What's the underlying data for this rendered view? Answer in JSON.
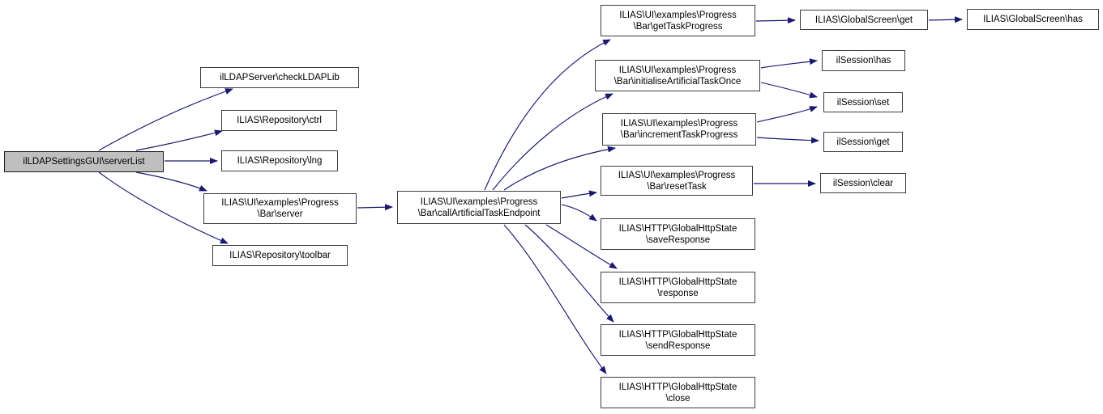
{
  "diagram": {
    "type": "call-graph",
    "colors": {
      "background": "#ffffff",
      "edge": "#191970",
      "node_fill": "#ffffff",
      "node_border": "#3d3d3d",
      "root_fill": "#bfbfbf",
      "text": "#000000"
    },
    "nodes": {
      "server_list": {
        "line1": "ilLDAPSettingsGUI\\serverList"
      },
      "check_ldap_lib": {
        "line1": "ilLDAPServer\\checkLDAPLib"
      },
      "repo_ctrl": {
        "line1": "ILIAS\\Repository\\ctrl"
      },
      "repo_lng": {
        "line1": "ILIAS\\Repository\\lng"
      },
      "bar_server": {
        "line1": "ILIAS\\UI\\examples\\Progress",
        "line2": "\\Bar\\server"
      },
      "repo_toolbar": {
        "line1": "ILIAS\\Repository\\toolbar"
      },
      "call_artificial_task_endpoint": {
        "line1": "ILIAS\\UI\\examples\\Progress",
        "line2": "\\Bar\\callArtificialTaskEndpoint"
      },
      "get_task_progress": {
        "line1": "ILIAS\\UI\\examples\\Progress",
        "line2": "\\Bar\\getTaskProgress"
      },
      "initialise_artificial_task_once": {
        "line1": "ILIAS\\UI\\examples\\Progress",
        "line2": "\\Bar\\initialiseArtificialTaskOnce"
      },
      "increment_task_progress": {
        "line1": "ILIAS\\UI\\examples\\Progress",
        "line2": "\\Bar\\incrementTaskProgress"
      },
      "reset_task": {
        "line1": "ILIAS\\UI\\examples\\Progress",
        "line2": "\\Bar\\resetTask"
      },
      "save_response": {
        "line1": "ILIAS\\HTTP\\GlobalHttpState",
        "line2": "\\saveResponse"
      },
      "response": {
        "line1": "ILIAS\\HTTP\\GlobalHttpState",
        "line2": "\\response"
      },
      "send_response": {
        "line1": "ILIAS\\HTTP\\GlobalHttpState",
        "line2": "\\sendResponse"
      },
      "http_close": {
        "line1": "ILIAS\\HTTP\\GlobalHttpState",
        "line2": "\\close"
      },
      "global_screen_get": {
        "line1": "ILIAS\\GlobalScreen\\get"
      },
      "global_screen_has": {
        "line1": "ILIAS\\GlobalScreen\\has"
      },
      "session_has": {
        "line1": "ilSession\\has"
      },
      "session_set": {
        "line1": "ilSession\\set"
      },
      "session_get": {
        "line1": "ilSession\\get"
      },
      "session_clear": {
        "line1": "ilSession\\clear"
      }
    },
    "edges": [
      {
        "from": "server_list",
        "to": "check_ldap_lib"
      },
      {
        "from": "server_list",
        "to": "repo_ctrl"
      },
      {
        "from": "server_list",
        "to": "repo_lng"
      },
      {
        "from": "server_list",
        "to": "bar_server"
      },
      {
        "from": "server_list",
        "to": "repo_toolbar"
      },
      {
        "from": "bar_server",
        "to": "call_artificial_task_endpoint"
      },
      {
        "from": "call_artificial_task_endpoint",
        "to": "get_task_progress"
      },
      {
        "from": "call_artificial_task_endpoint",
        "to": "initialise_artificial_task_once"
      },
      {
        "from": "call_artificial_task_endpoint",
        "to": "increment_task_progress"
      },
      {
        "from": "call_artificial_task_endpoint",
        "to": "reset_task"
      },
      {
        "from": "call_artificial_task_endpoint",
        "to": "save_response"
      },
      {
        "from": "call_artificial_task_endpoint",
        "to": "response"
      },
      {
        "from": "call_artificial_task_endpoint",
        "to": "send_response"
      },
      {
        "from": "call_artificial_task_endpoint",
        "to": "http_close"
      },
      {
        "from": "get_task_progress",
        "to": "global_screen_get"
      },
      {
        "from": "global_screen_get",
        "to": "global_screen_has"
      },
      {
        "from": "initialise_artificial_task_once",
        "to": "session_has"
      },
      {
        "from": "initialise_artificial_task_once",
        "to": "session_set"
      },
      {
        "from": "increment_task_progress",
        "to": "session_set"
      },
      {
        "from": "increment_task_progress",
        "to": "session_get"
      },
      {
        "from": "reset_task",
        "to": "session_clear"
      }
    ]
  }
}
